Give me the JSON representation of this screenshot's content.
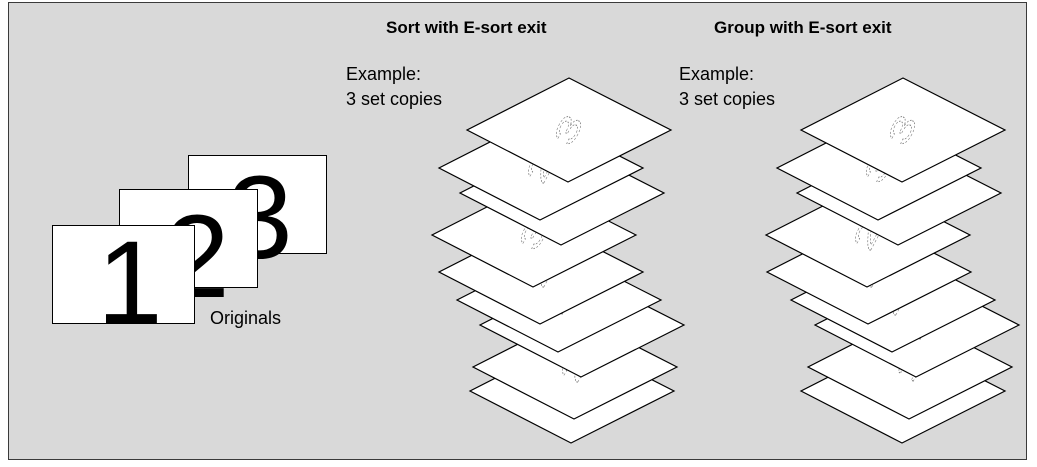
{
  "headers": {
    "sort": "Sort with E-sort exit",
    "group": "Group with E-sort exit"
  },
  "example": {
    "line1": "Example:",
    "line2": "3 set copies"
  },
  "originals": {
    "label": "Originals",
    "pages": [
      "1",
      "2",
      "3"
    ]
  },
  "sort_stack": [
    "3",
    "2",
    "1",
    "3",
    "2",
    "1",
    "3",
    "2",
    "1"
  ],
  "group_stack": [
    "3",
    "3",
    "3",
    "2",
    "2",
    "2",
    "1",
    "1",
    "1"
  ]
}
